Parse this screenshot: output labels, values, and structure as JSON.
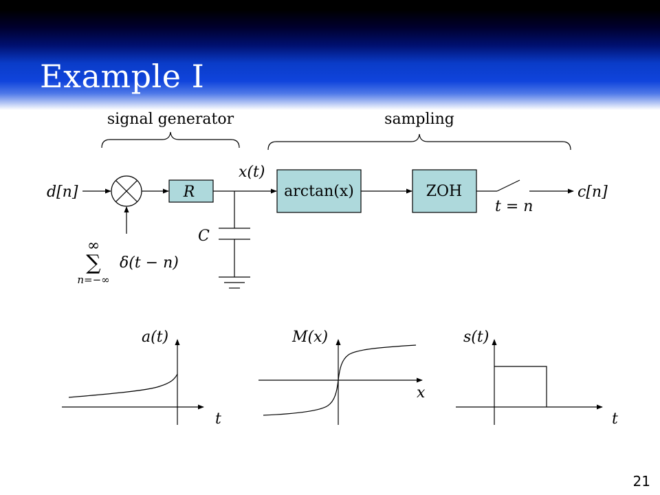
{
  "slide": {
    "title": "Example I",
    "number": "21",
    "header_colors": [
      "#000000",
      "#001070",
      "#1044dc",
      "#ffffff"
    ]
  },
  "diagram": {
    "box_fill": "#aed9dc",
    "groups": {
      "signal_generator": "signal generator",
      "sampling": "sampling"
    },
    "labels": {
      "input": "d[n]",
      "output": "c[n]",
      "resistor": "R",
      "capacitor": "C",
      "node": "x(t)",
      "arctan_block": "arctan(x)",
      "zoh_block": "ZOH",
      "switch_time": "t = n",
      "impulse_delta": "δ(t − n)",
      "sum_symbol": "∑",
      "sum_upper": "∞",
      "sum_lower": "n=−∞"
    },
    "plots": [
      {
        "id": "a",
        "ylabel": "a(t)",
        "xlabel": "t"
      },
      {
        "id": "m",
        "ylabel": "M(x)",
        "xlabel": "x"
      },
      {
        "id": "s",
        "ylabel": "s(t)",
        "xlabel": "t"
      }
    ]
  }
}
